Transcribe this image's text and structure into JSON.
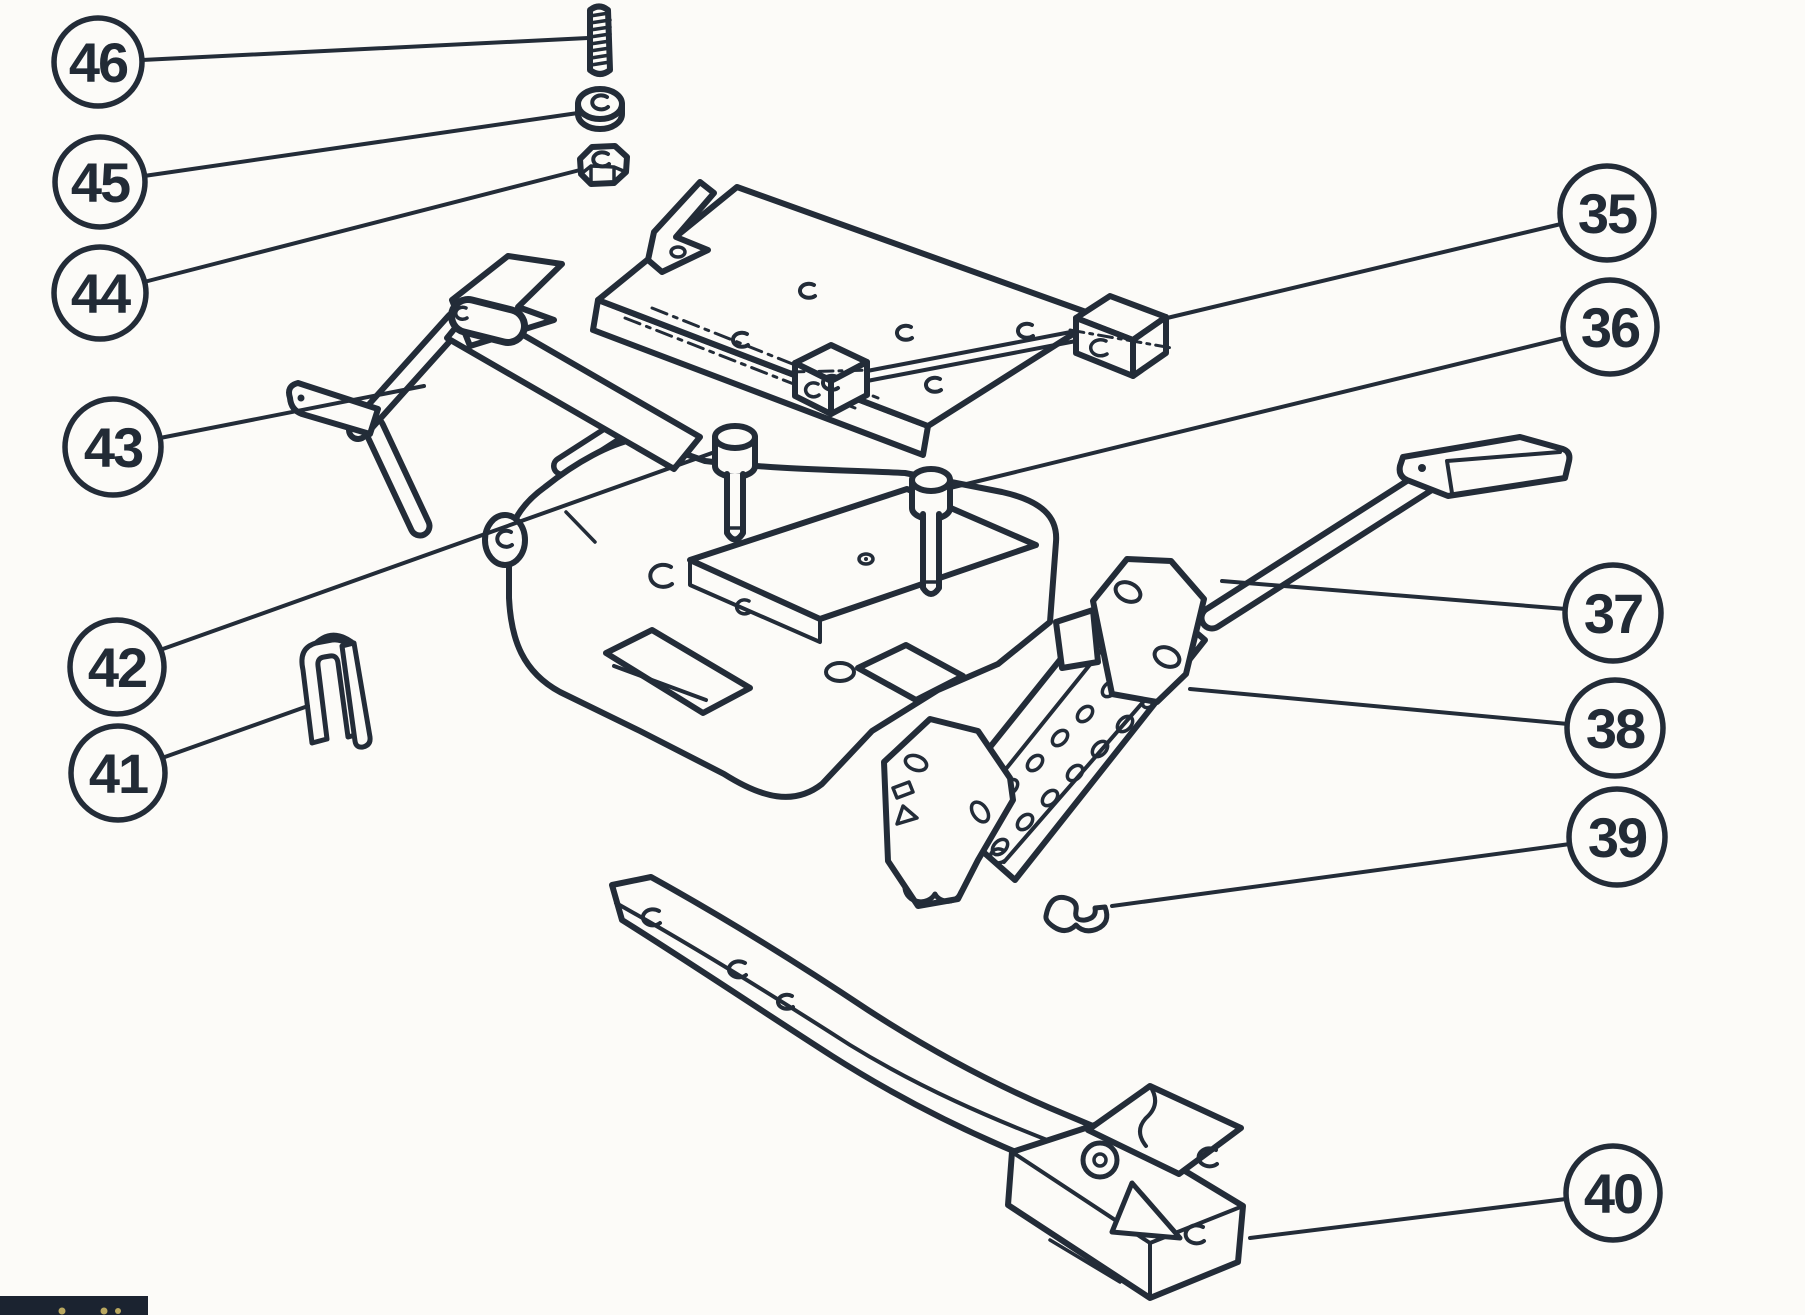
{
  "figure": {
    "type": "exploded-parts-diagram",
    "subject": "seat-suspension-assembly",
    "ink_color": "#232c38",
    "paper_color": "#fcfbf8",
    "callouts": [
      {
        "label": "35",
        "part": "pivot-block"
      },
      {
        "label": "36",
        "part": "bolt"
      },
      {
        "label": "37",
        "part": "crank-rod"
      },
      {
        "label": "38",
        "part": "support-bracket"
      },
      {
        "label": "39",
        "part": "spring-clip"
      },
      {
        "label": "40",
        "part": "lower-rail-and-latch"
      },
      {
        "label": "41",
        "part": "hairpin-cotter-pin"
      },
      {
        "label": "42",
        "part": "shoulder-bolt"
      },
      {
        "label": "43",
        "part": "bent-torsion-rod"
      },
      {
        "label": "44",
        "part": "hex-nut"
      },
      {
        "label": "45",
        "part": "flat-washer"
      },
      {
        "label": "46",
        "part": "threaded-stud"
      }
    ]
  }
}
